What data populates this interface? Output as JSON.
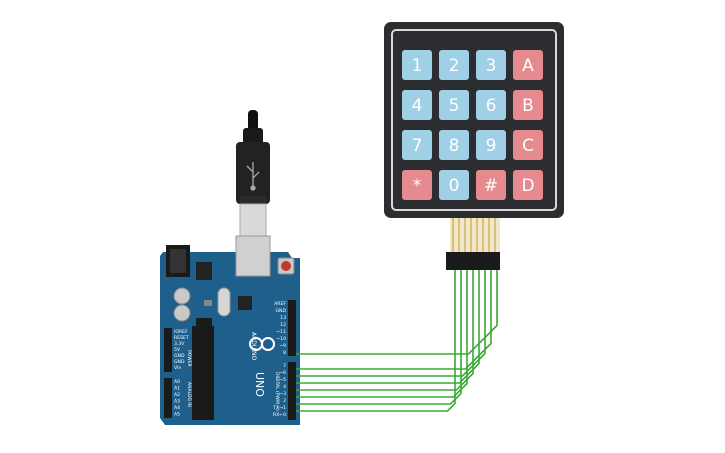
{
  "keypad": {
    "keys": [
      {
        "label": "1",
        "type": "blue"
      },
      {
        "label": "2",
        "type": "blue"
      },
      {
        "label": "3",
        "type": "blue"
      },
      {
        "label": "A",
        "type": "red"
      },
      {
        "label": "4",
        "type": "blue"
      },
      {
        "label": "5",
        "type": "blue"
      },
      {
        "label": "6",
        "type": "blue"
      },
      {
        "label": "B",
        "type": "red"
      },
      {
        "label": "7",
        "type": "blue"
      },
      {
        "label": "8",
        "type": "blue"
      },
      {
        "label": "9",
        "type": "blue"
      },
      {
        "label": "C",
        "type": "red"
      },
      {
        "label": "*",
        "type": "red"
      },
      {
        "label": "0",
        "type": "blue"
      },
      {
        "label": "#",
        "type": "red"
      },
      {
        "label": "D",
        "type": "red"
      }
    ],
    "colors": {
      "frame": "#2b2d30",
      "blue": "#9fd0e6",
      "red": "#e58a8e"
    }
  },
  "arduino": {
    "brand": "ARDUINO",
    "model": "UNO",
    "digital_label": "DIGITAL (PWM ~)",
    "power_label": "POWER",
    "analog_label": "ANALOG IN",
    "top_pins": [
      "AREF",
      "GND",
      "13",
      "12",
      "~11",
      "~10",
      "~9",
      "8"
    ],
    "bottom_pins": [
      "7",
      "~6",
      "~5",
      "4",
      "~3",
      "2",
      "TX→1",
      "RX←0"
    ],
    "power_pins": [
      "IOREF",
      "RESET",
      "3.3V",
      "5V",
      "GND",
      "GND",
      "Vin"
    ],
    "analog_pins": [
      "A0",
      "A1",
      "A2",
      "A3",
      "A4",
      "A5"
    ],
    "board_color": "#1f5f8b"
  },
  "wires": {
    "color": "#3aaa35",
    "count": 8
  }
}
